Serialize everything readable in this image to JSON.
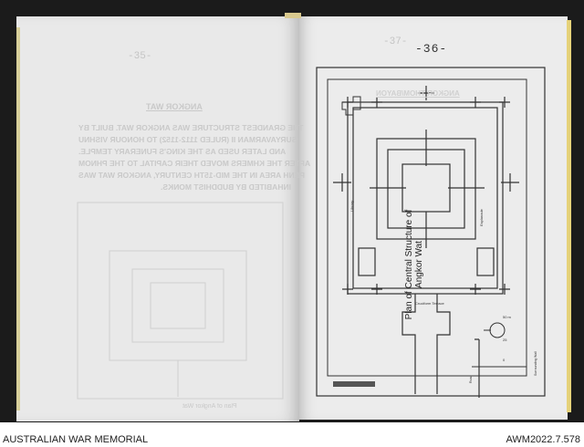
{
  "left_page": {
    "ghost_page_number": "-35-",
    "ghost_heading": "ANGKOR WAT",
    "ghost_lines": [
      "THE GRANDEST STRUCTURE WAS ANGKOR WAT. BUILT BY",
      "SURYAVARMAN II (RULED 1112-1152) TO HONOUR VISHNU",
      "AND LATER USED AS THE KING'S FUNERARY TEMPLE.",
      "AFTER THE KHMERS MOVED THEIR CAPITAL TO THE PHNOM",
      "PENH AREA IN THE MID-15TH CENTURY, ANGKOR WAT WAS",
      "INHABITED BY BUDDHIST MONKS."
    ],
    "ghost_caption": "Plan of Angkor Wat"
  },
  "right_page": {
    "ghost_page_number": "-37-",
    "page_number": "-36-",
    "ghost_heading": "ANGKOR THOM/BAYON",
    "plan_title": "Plan of Central Structure of Angkor Wat",
    "labels": {
      "esplanade": "Esplanade",
      "library": "Library",
      "cruciform": "Cruciform Terrace",
      "road": "Road",
      "wall": "Surrounding Wall",
      "scale": [
        "0",
        "25",
        "50 m"
      ]
    }
  },
  "footer": {
    "institution": "AUSTRALIAN WAR MEMORIAL",
    "accession": "AWM2022.7.578"
  }
}
